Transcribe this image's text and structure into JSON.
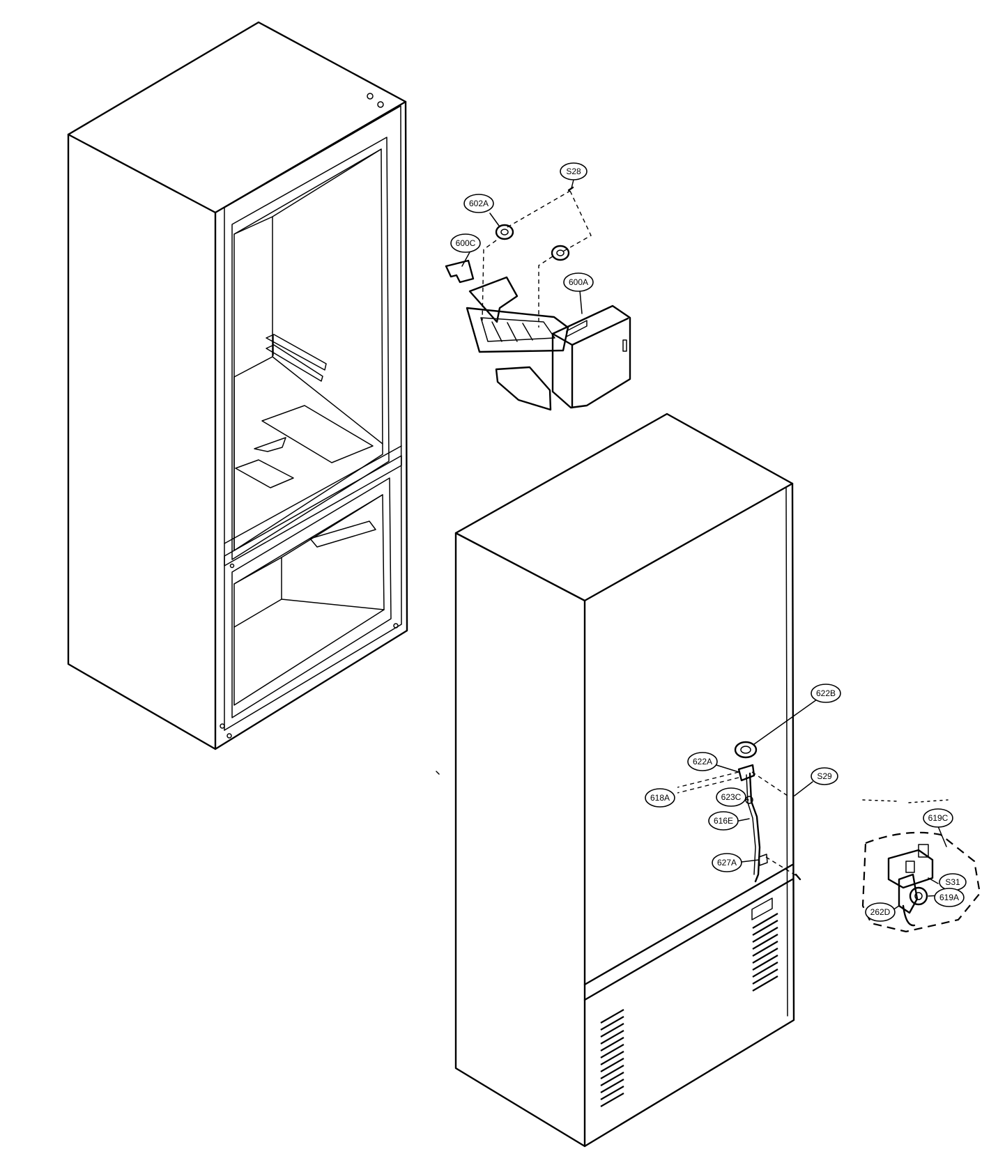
{
  "diagram": {
    "callouts": {
      "s28": "S28",
      "c602a": "602A",
      "c600c": "600C",
      "c600a": "600A",
      "c622b": "622B",
      "c622a": "622A",
      "s29": "S29",
      "c618a": "618A",
      "c623c": "623C",
      "c616e": "616E",
      "c627a": "627A",
      "c619c": "619C",
      "s31": "S31",
      "c619a": "619A",
      "c262d": "262D"
    }
  }
}
